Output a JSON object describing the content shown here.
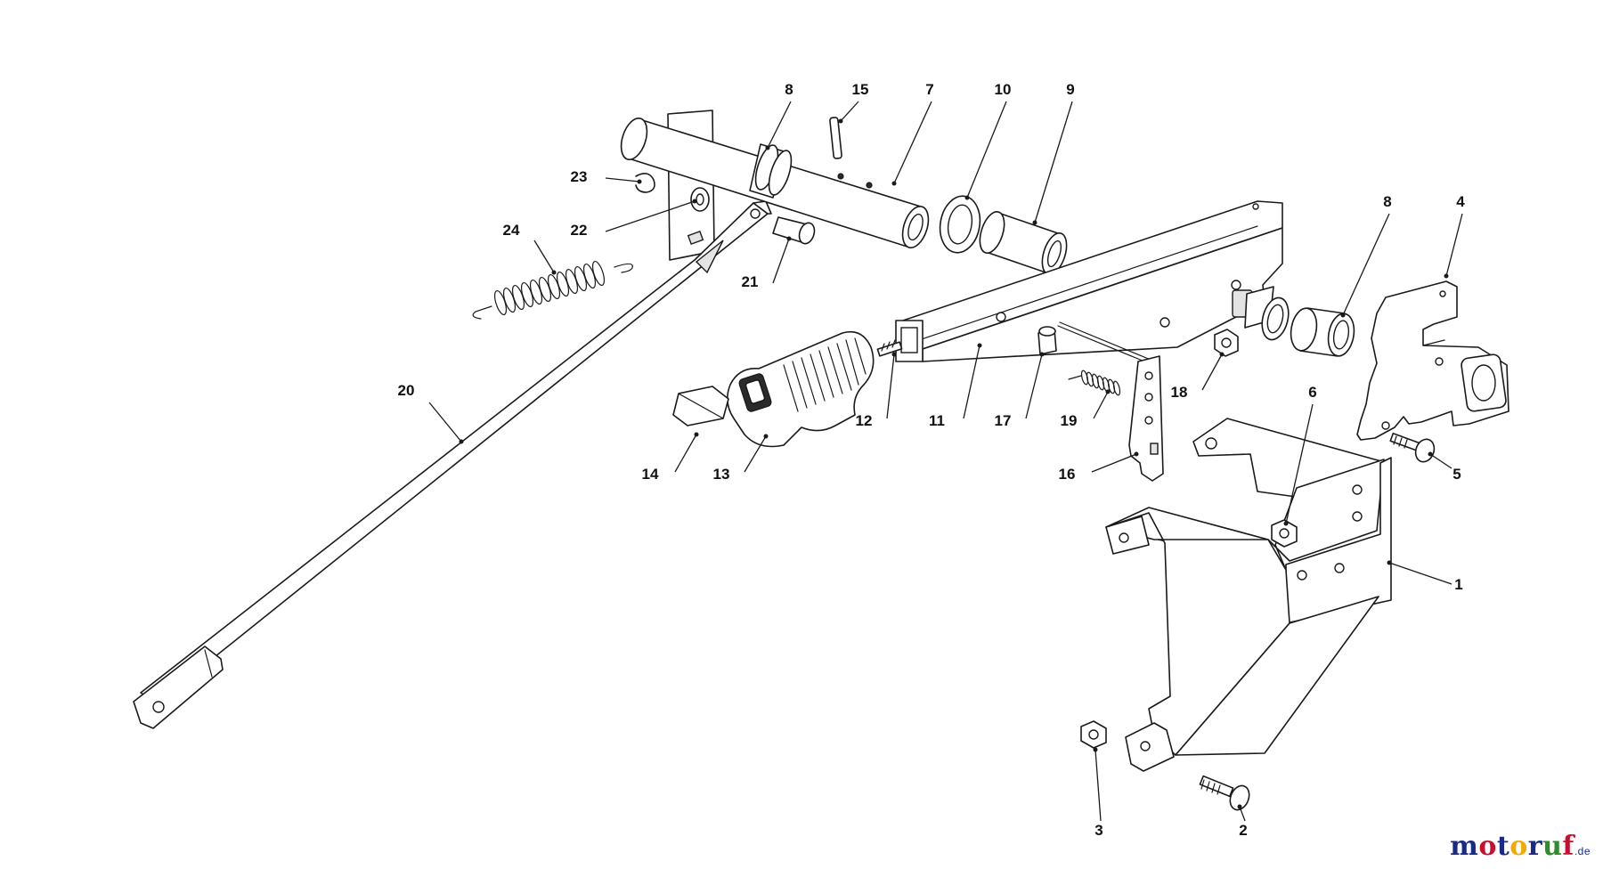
{
  "diagram": {
    "callouts": [
      {
        "id": "1",
        "label": "1"
      },
      {
        "id": "2",
        "label": "2"
      },
      {
        "id": "3",
        "label": "3"
      },
      {
        "id": "4",
        "label": "4"
      },
      {
        "id": "5",
        "label": "5"
      },
      {
        "id": "6",
        "label": "6"
      },
      {
        "id": "7",
        "label": "7"
      },
      {
        "id": "8a",
        "label": "8"
      },
      {
        "id": "8b",
        "label": "8"
      },
      {
        "id": "9",
        "label": "9"
      },
      {
        "id": "10",
        "label": "10"
      },
      {
        "id": "11",
        "label": "11"
      },
      {
        "id": "12",
        "label": "12"
      },
      {
        "id": "13",
        "label": "13"
      },
      {
        "id": "14",
        "label": "14"
      },
      {
        "id": "15",
        "label": "15"
      },
      {
        "id": "16",
        "label": "16"
      },
      {
        "id": "17",
        "label": "17"
      },
      {
        "id": "18",
        "label": "18"
      },
      {
        "id": "19",
        "label": "19"
      },
      {
        "id": "20",
        "label": "20"
      },
      {
        "id": "21",
        "label": "21"
      },
      {
        "id": "22",
        "label": "22"
      },
      {
        "id": "23",
        "label": "23"
      },
      {
        "id": "24",
        "label": "24"
      }
    ]
  },
  "watermark": {
    "brand": "motoruf",
    "suffix": ".de",
    "letter_colors": [
      "#1a2a8a",
      "#c8102e",
      "#1a2a8a",
      "#f2a900",
      "#1a2a8a",
      "#2e8b2e",
      "#c8102e"
    ]
  }
}
